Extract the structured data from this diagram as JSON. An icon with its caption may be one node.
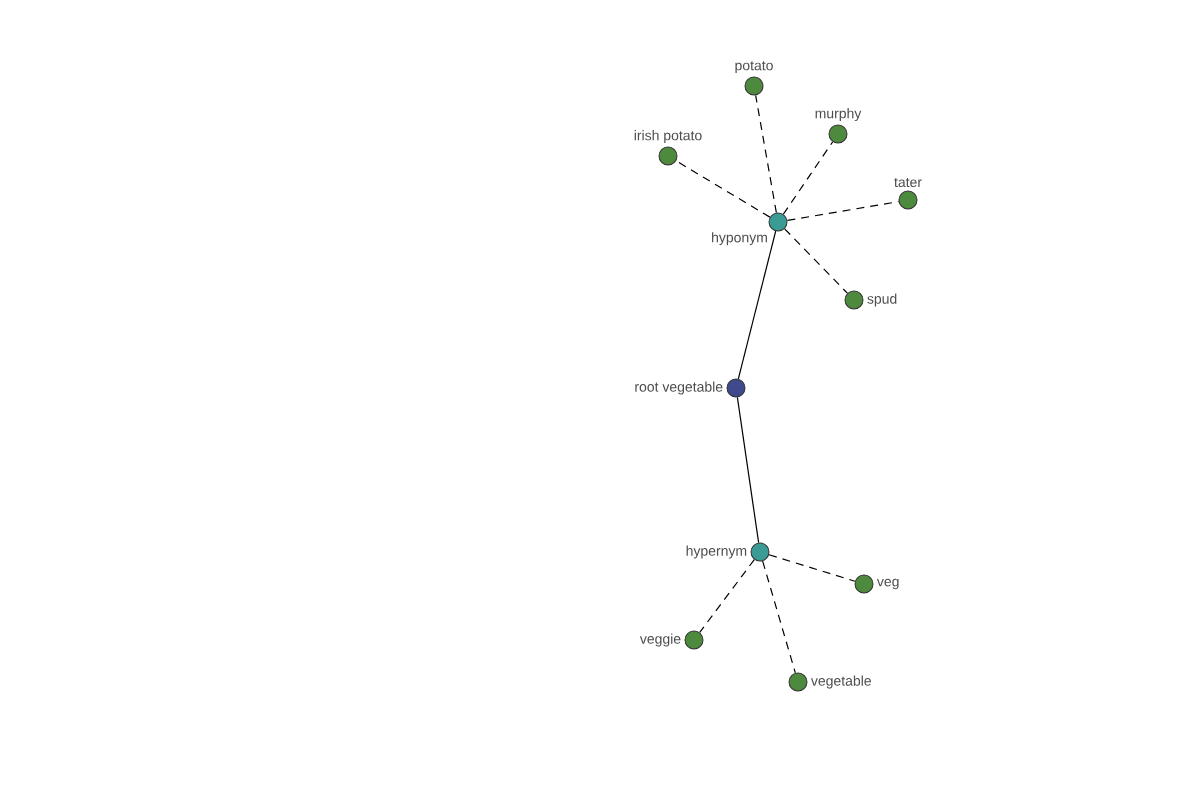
{
  "diagram": {
    "nodes": [
      {
        "text": [
          "root vegetable"
        ]
      },
      {
        "text": [
          "hyponym"
        ]
      },
      {
        "text": [
          "potato"
        ]
      },
      {
        "text": [
          "murphy"
        ]
      },
      {
        "text": [
          "irish potato"
        ]
      },
      {
        "text": [
          "tater"
        ]
      },
      {
        "text": [
          "spud"
        ]
      },
      {
        "text": [
          "hypernym"
        ]
      },
      {
        "text": [
          "veg"
        ]
      },
      {
        "text": [
          "veggie"
        ]
      },
      {
        "text": [
          "vegetable"
        ]
      }
    ],
    "edges": [
      {
        "from": 0,
        "to": 1,
        "arrow": "none"
      },
      {
        "from": 0,
        "to": 7,
        "arrow": "none"
      },
      {
        "from": 1,
        "to": 2,
        "arrow": "none",
        "style": "dashed"
      },
      {
        "from": 1,
        "to": 3,
        "arrow": "none",
        "style": "dashed"
      },
      {
        "from": 1,
        "to": 4,
        "arrow": "none",
        "style": "dashed"
      },
      {
        "from": 1,
        "to": 5,
        "arrow": "none",
        "style": "dashed"
      },
      {
        "from": 1,
        "to": 6,
        "arrow": "none",
        "style": "dashed"
      },
      {
        "from": 7,
        "to": 8,
        "arrow": "none",
        "style": "dashed"
      },
      {
        "from": 7,
        "to": 9,
        "arrow": "none",
        "style": "dashed"
      },
      {
        "from": 7,
        "to": 10,
        "arrow": "none",
        "style": "dashed"
      }
    ]
  }
}
